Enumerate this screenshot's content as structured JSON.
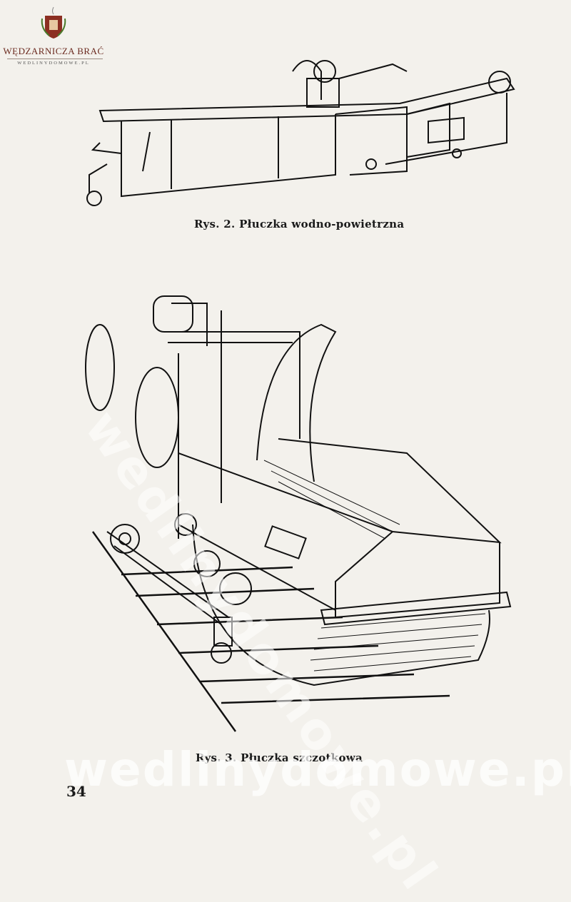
{
  "logo": {
    "brand": "WĘDZARNICZA BRAĆ",
    "site": "WEDLINYDOMOWE.PL"
  },
  "figures": [
    {
      "caption": "Rys. 2. Płuczka wodno-powietrzna"
    },
    {
      "caption": "Rys. 3. Płuczka szczotkowa"
    }
  ],
  "watermark": {
    "bottom": "wedlinydomowe.pl",
    "diagonal": "wedlinydomowe.pl"
  },
  "page_number": "34"
}
